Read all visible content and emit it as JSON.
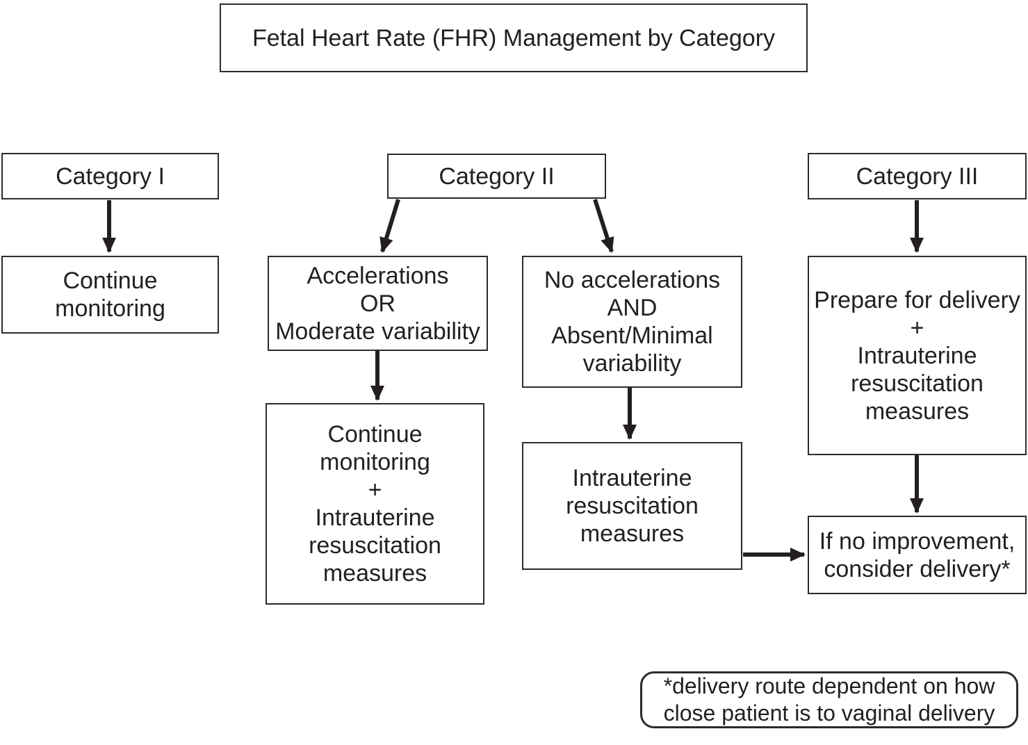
{
  "title": "Fetal Heart Rate (FHR) Management by Category",
  "nodes": {
    "category_i": "Category I",
    "category_ii": "Category II",
    "category_iii": "Category III",
    "cat1_action": "Continue\nmonitoring",
    "cat2_branch_accelerations": "Accelerations\nOR\nModerate variability",
    "cat2_branch_no_accelerations": "No accelerations\nAND\nAbsent/Minimal\nvariability",
    "cat2_accelerations_action": "Continue\nmonitoring\n+\nIntrauterine\nresuscitation\nmeasures",
    "cat2_no_accelerations_action": "Intrauterine\nresuscitation\nmeasures",
    "cat3_action": "Prepare for delivery\n+\nIntrauterine\nresuscitation\nmeasures",
    "no_improvement": "If no improvement,\nconsider delivery*",
    "footnote": "*delivery route dependent on how\nclose patient is to vaginal delivery"
  },
  "colors": {
    "line": "#231f20",
    "text": "#231f20",
    "background": "#ffffff"
  }
}
